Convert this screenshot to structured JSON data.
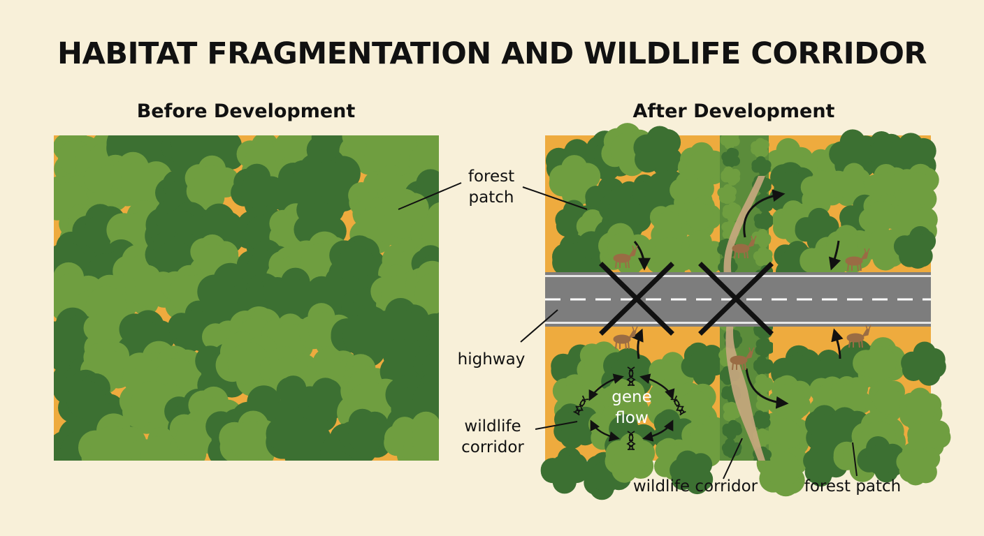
{
  "title": "HABITAT FRAGMENTATION AND WILDLIFE CORRIDOR",
  "panels": {
    "before": {
      "heading": "Before Development"
    },
    "after": {
      "heading": "After Development"
    }
  },
  "labels": {
    "forest_patch_top_line1": "forest",
    "forest_patch_top_line2": "patch",
    "highway": "highway",
    "wildlife_corridor_left_line1": "wildlife",
    "wildlife_corridor_left_line2": "corridor",
    "gene_flow_line1": "gene",
    "gene_flow_line2": "flow",
    "wildlife_corridor_bottom": "wildlife corridor",
    "forest_patch_bottom": "forest patch"
  },
  "colors": {
    "background": "#f8f0d9",
    "ground": "#eeab3e",
    "forest_dark": "#3c7032",
    "forest_light": "#6f9e40",
    "road": "#7d7d7d",
    "path": "#c8a780",
    "deer": "#9a6c44",
    "blocked_mark": "#111111"
  },
  "icons": [
    "deer-icon",
    "dna-icon",
    "blocked-x-icon",
    "curved-arrow-icon"
  ]
}
